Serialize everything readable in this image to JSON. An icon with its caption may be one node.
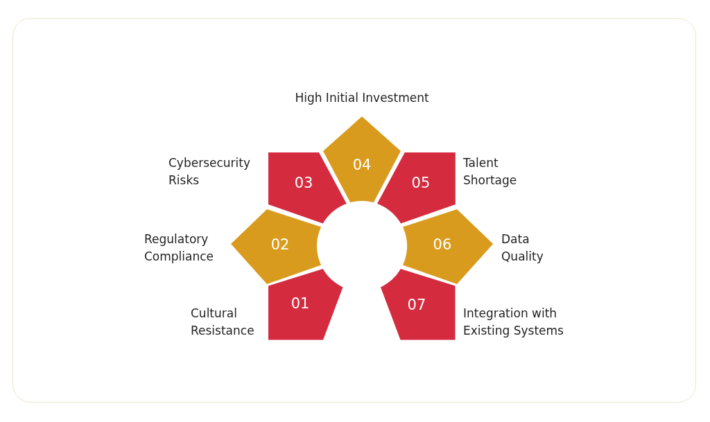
{
  "diagram": {
    "nodes": [
      {
        "text": [
          "01"
        ],
        "beside": [
          "Cultural Resistance"
        ]
      },
      {
        "text": [
          "02"
        ],
        "beside": [
          "Regulatory Compliance"
        ]
      },
      {
        "text": [
          "03"
        ],
        "beside": [
          "Cybersecurity Risks"
        ]
      },
      {
        "text": [
          "04"
        ],
        "beside": [
          "High Initial Investment"
        ]
      },
      {
        "text": [
          "05"
        ],
        "beside": [
          "Talent Shortage"
        ]
      },
      {
        "text": [
          "06"
        ],
        "beside": [
          "Data Quality"
        ]
      },
      {
        "text": [
          "07"
        ],
        "beside": [
          "Integration with Existing Systems"
        ]
      }
    ]
  }
}
